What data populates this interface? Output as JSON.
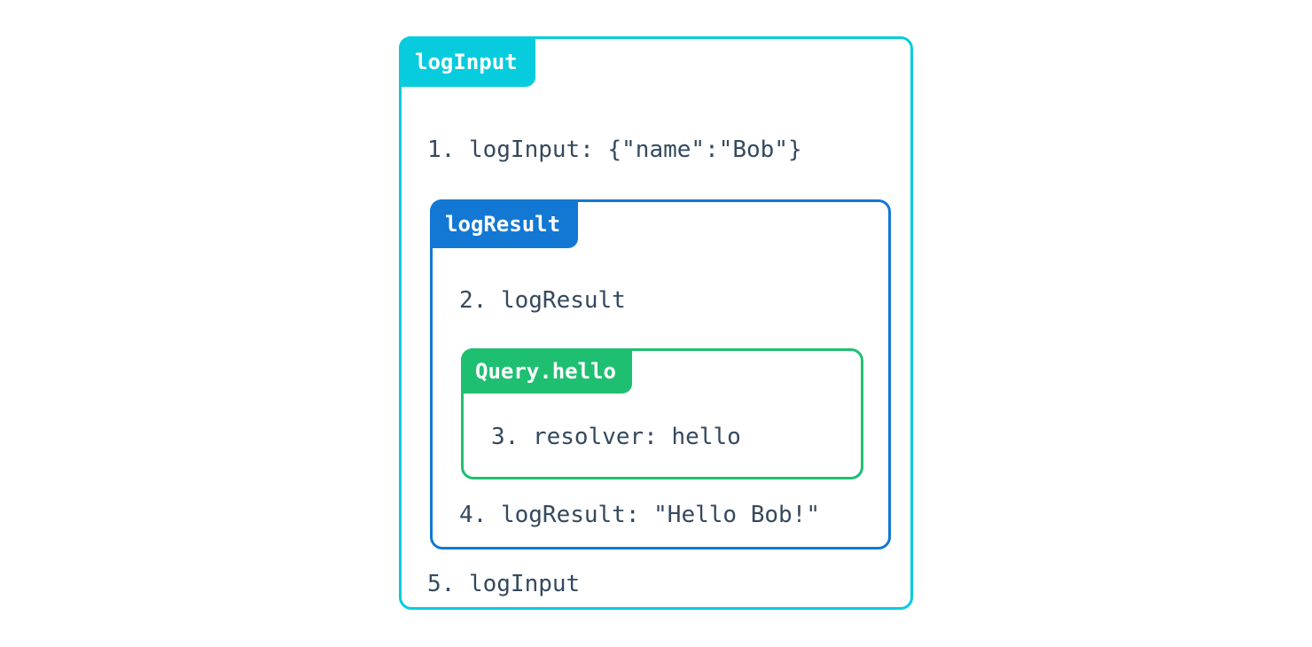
{
  "diagram": {
    "type": "nested-trace-boxes",
    "background_color": "#ffffff",
    "text_color": "#34495e",
    "outer": {
      "tab_label": "logInput",
      "color": "#06ccde",
      "lines": [
        {
          "id": "line-1",
          "text": "1. logInput: {\"name\":\"Bob\"}"
        },
        {
          "id": "line-5",
          "text": "5. logInput"
        }
      ],
      "middle": {
        "tab_label": "logResult",
        "color": "#1378d4",
        "lines": [
          {
            "id": "line-2",
            "text": "2. logResult"
          },
          {
            "id": "line-4",
            "text": "4. logResult: \"Hello Bob!\""
          }
        ],
        "inner": {
          "tab_label": "Query.hello",
          "color": "#1fbf72",
          "lines": [
            {
              "id": "line-3",
              "text": "3. resolver: hello"
            }
          ]
        }
      }
    }
  }
}
